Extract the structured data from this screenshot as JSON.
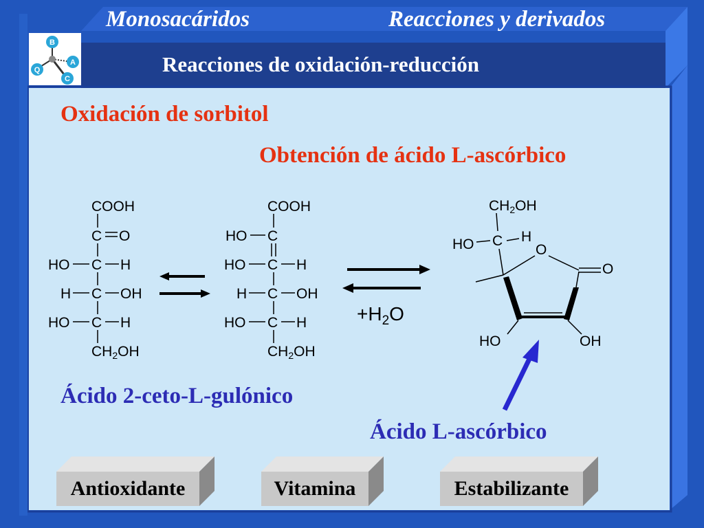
{
  "header": {
    "left_title": "Monosacáridos",
    "right_title": "Reacciones y derivados",
    "subtitle": "Reacciones de oxidación-reducción"
  },
  "logo": {
    "letters": [
      "B",
      "A",
      "C",
      "Q"
    ]
  },
  "content": {
    "heading_red_1": "Oxidación de sorbitol",
    "heading_red_2": "Obtención de ácido L-ascórbico",
    "label_blue_1": "Ácido 2-ceto-L-gulónico",
    "label_blue_2": "Ácido L-ascórbico",
    "water": {
      "plus": "+H",
      "sub": "2",
      "o": "O"
    }
  },
  "molecules": {
    "m1": {
      "top": "COOH",
      "c1": "C",
      "o": "O",
      "r2l": "HO",
      "r2c": "C",
      "r2r": "H",
      "r3l": "H",
      "r3c": "C",
      "r3r": "OH",
      "r4l": "HO",
      "r4c": "C",
      "r4r": "H",
      "bottom_a": "CH",
      "bottom_sub": "2",
      "bottom_b": "OH"
    },
    "m2": {
      "top": "COOH",
      "r1l": "HO",
      "r1c": "C",
      "r2l": "HO",
      "r2c": "C",
      "r2r": "H",
      "r3l": "H",
      "r3c": "C",
      "r3r": "OH",
      "r4l": "HO",
      "r4c": "C",
      "r4r": "H",
      "bottom_a": "CH",
      "bottom_sub": "2",
      "bottom_b": "OH"
    },
    "m3": {
      "top_a": "CH",
      "top_sub": "2",
      "top_b": "OH",
      "ho": "HO",
      "c": "C",
      "h": "H",
      "ring_o": "O",
      "carbonyl_o": "O",
      "oh_left": "HO",
      "oh_right": "OH"
    }
  },
  "buttons": [
    {
      "label": "Antioxidante"
    },
    {
      "label": "Vitamina"
    },
    {
      "label": "Estabilizante"
    }
  ],
  "colors": {
    "frame_blue": "#2156bd",
    "header_bar": "#1e3f8f",
    "content_bg": "#cde7f8",
    "heading_red": "#e53212",
    "label_blue": "#2c2cb4",
    "arrow_blue": "#2828d0",
    "button_face": "#c8c8c8"
  }
}
